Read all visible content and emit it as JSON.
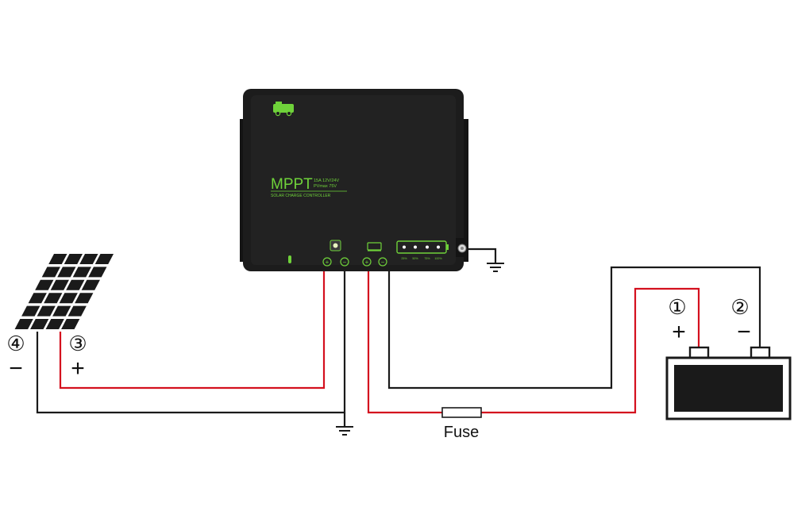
{
  "controller": {
    "brand_text": "MPPT",
    "spec_line1": "15A 12V/24V",
    "spec_line2": "PVmax 75V",
    "subtitle": "SOLAR CHARGE CONTROLLER",
    "battery_levels": [
      "25%",
      "50%",
      "75%",
      "100%"
    ],
    "terminal_signs": [
      "+",
      "−",
      "+",
      "−"
    ]
  },
  "panel": {
    "neg_number": "④",
    "neg_sign": "−",
    "pos_number": "③",
    "pos_sign": "+"
  },
  "battery": {
    "pos_number": "①",
    "pos_sign": "+",
    "neg_number": "②",
    "neg_sign": "−"
  },
  "fuse": {
    "label": "Fuse"
  },
  "colors": {
    "positive_wire": "#d4101e",
    "negative_wire": "#1a1a1a",
    "controller_accent": "#6fd23a"
  }
}
